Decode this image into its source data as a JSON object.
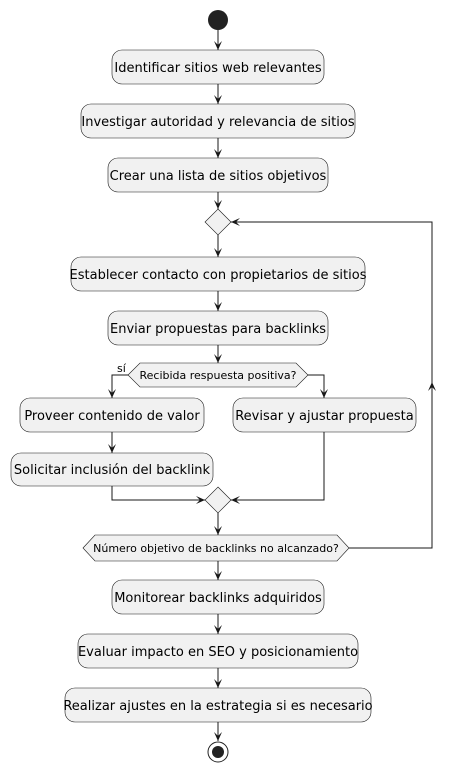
{
  "diagram": {
    "activities": {
      "identify": "Identificar sitios web relevantes",
      "investigate": "Investigar autoridad y relevancia de sitios",
      "create_list": "Crear una lista de sitios objetivos",
      "contact": "Establecer contacto con propietarios de sitios",
      "send": "Enviar propuestas para backlinks",
      "provide": "Proveer contenido de valor",
      "request": "Solicitar inclusión del backlink",
      "revise": "Revisar y ajustar propuesta",
      "monitor": "Monitorear backlinks adquiridos",
      "evaluate": "Evaluar impacto en SEO y posicionamiento",
      "adjust": "Realizar ajustes en la estrategia si es necesario"
    },
    "decision": {
      "question": "Recibida respuesta positiva?",
      "yes_label": "sí"
    },
    "loop_condition": "Número objetivo de backlinks no alcanzado?"
  }
}
